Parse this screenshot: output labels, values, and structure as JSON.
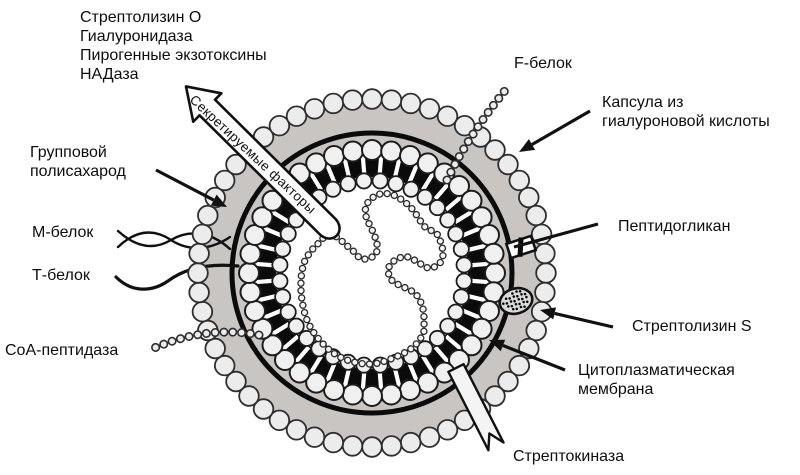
{
  "diagram": {
    "title_hint": "Streptococcus cell structure diagram",
    "labels": {
      "secreted_list": [
        "Стрептолизин О",
        "Гиалуронидаза",
        "Пирогенные экзотоксины",
        "НАДаза"
      ],
      "arrow_text": "Секретируемые факторы",
      "f_protein": "F-белок",
      "capsule": [
        "Капсула из",
        "гиалуроновой кислоты"
      ],
      "group_polysaccharide": [
        "Групповой",
        "полисахарод"
      ],
      "m_protein": "М-белок",
      "t_protein": "Т-белок",
      "coa_peptidase": "СоА-пептидаза",
      "peptidoglycan": "Пептидогликан",
      "streptolysin_s": "Стрептолизин S",
      "cytoplasmic_membrane": [
        "Цитоплазматическая",
        "мембрана"
      ],
      "streptokinase": "Стрептокиназа"
    },
    "colors": {
      "background": "#ffffff",
      "capsule": "#c8c5c2",
      "bead_fill": "#ececec",
      "membrane_head": "#f0f0f0",
      "outline": "#111111",
      "black": "#0b0b0b",
      "chromosome_bead": "#f5f5f5",
      "streptolysin_fill": "#dadada",
      "ribbon_fill": "#f4f4f4"
    }
  }
}
